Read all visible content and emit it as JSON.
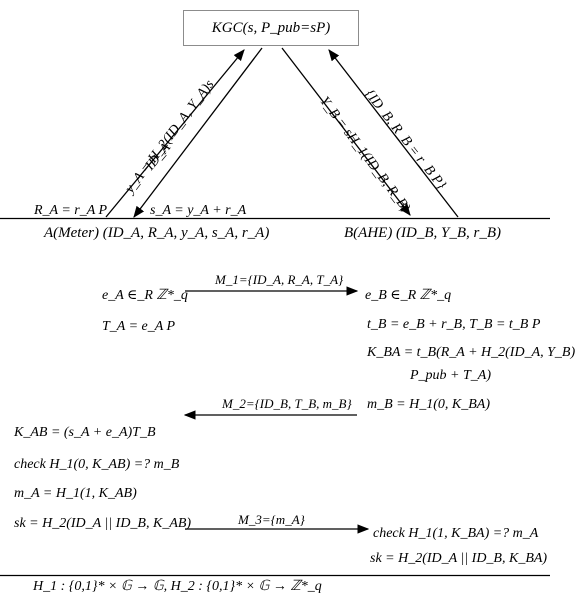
{
  "kgc": {
    "label": "KGC(s, P_pub=sP)"
  },
  "parties": {
    "meter": "A(Meter) (ID_A, R_A, y_A, s_A, r_A)",
    "ahe": "B(AHE) (ID_B, Y_B, r_B)"
  },
  "registration": {
    "r_a": "R_A = r_A P",
    "s_a": "s_A = y_A + r_A",
    "id_a": "ID_A",
    "y_a": "y_A = H_2(ID_A, Y_A)s",
    "id_b_rb": "{ID_B, R_B = r_B P}",
    "y_b": "Y_B = sH_1(ID_B, R_B)"
  },
  "left_steps": {
    "e_a": "e_A ∈_R ℤ*_q",
    "t_a": "T_A = e_A P",
    "k_ab": "K_AB = (s_A + e_A)T_B",
    "check": "check H_1(0, K_AB) =? m_B",
    "m_a": "m_A = H_1(1, K_AB)",
    "sk": "sk = H_2(ID_A || ID_B, K_AB)"
  },
  "right_steps": {
    "e_b": "e_B ∈_R ℤ*_q",
    "t_b": "t_B = e_B + r_B, T_B = t_B P",
    "k_ba_1": "K_BA = t_B(R_A + H_2(ID_A, Y_B)",
    "k_ba_2": "P_pub + T_A)",
    "m_b": "m_B = H_1(0, K_BA)",
    "check": "check H_1(1, K_BA) =? m_A",
    "sk": "sk = H_2(ID_A || ID_B, K_BA)"
  },
  "messages": {
    "m1": "M_1={ID_A, R_A, T_A}",
    "m2": "M_2={ID_B, T_B, m_B}",
    "m3": "M_3={m_A}"
  },
  "footer": "H_1 : {0,1}* × 𝔾 → 𝔾, H_2 : {0,1}* × 𝔾 → ℤ*_q"
}
